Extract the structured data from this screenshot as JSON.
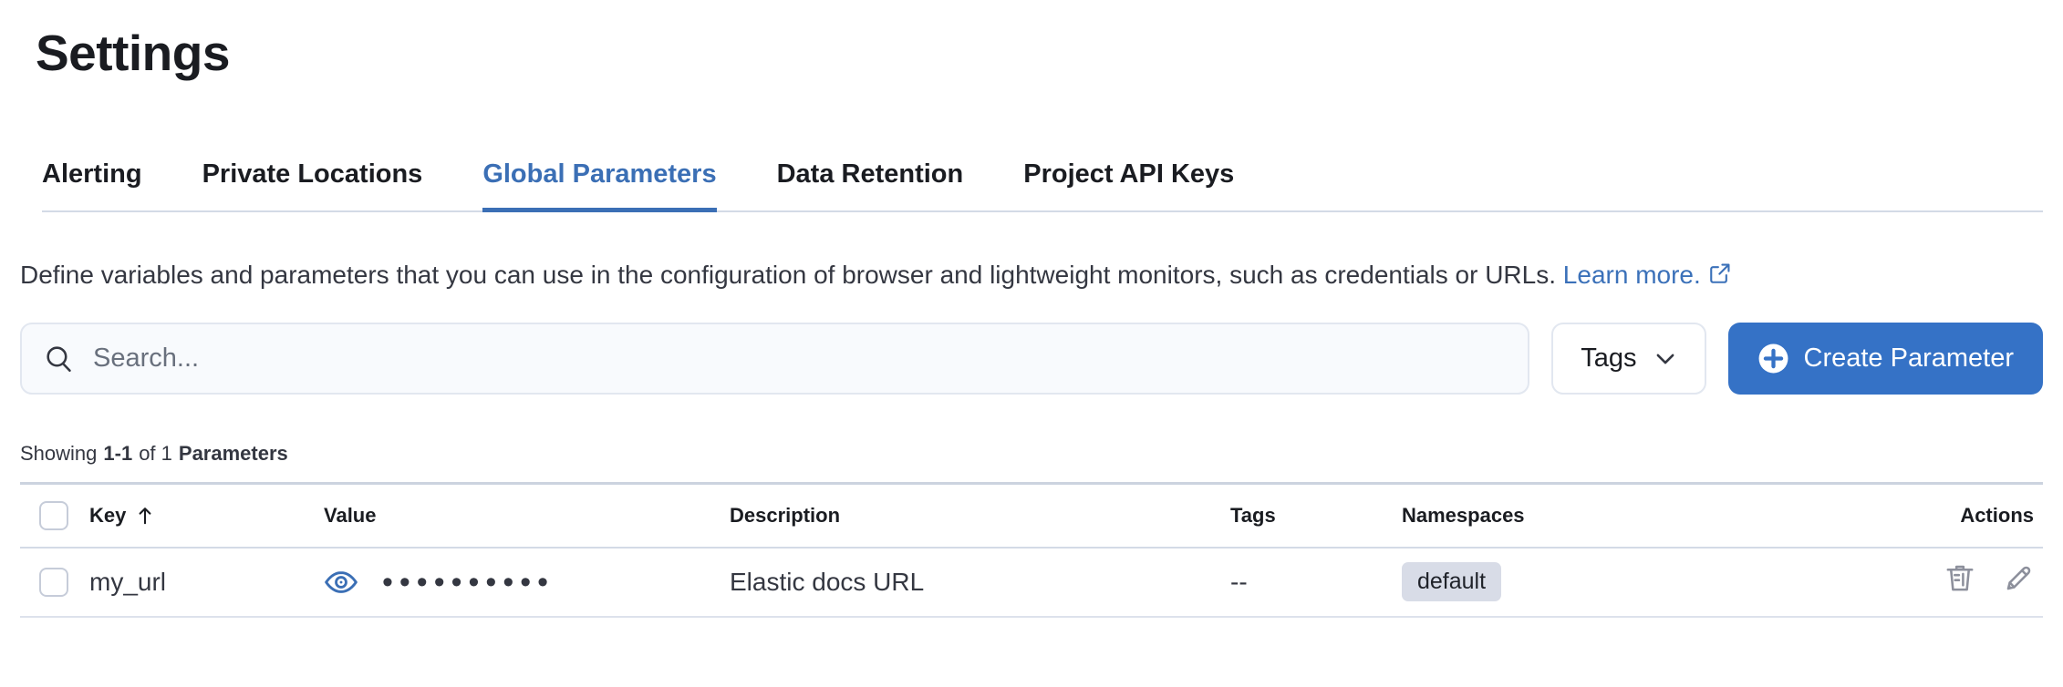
{
  "page": {
    "title": "Settings"
  },
  "tabs": [
    {
      "label": "Alerting",
      "active": false
    },
    {
      "label": "Private Locations",
      "active": false
    },
    {
      "label": "Global Parameters",
      "active": true
    },
    {
      "label": "Data Retention",
      "active": false
    },
    {
      "label": "Project API Keys",
      "active": false
    }
  ],
  "description": {
    "text": "Define variables and parameters that you can use in the configuration of browser and lightweight monitors, such as credentials or URLs.",
    "link_label": "Learn more."
  },
  "toolbar": {
    "search_placeholder": "Search...",
    "tags_button_label": "Tags",
    "create_button_label": "Create Parameter"
  },
  "summary": {
    "prefix": "Showing",
    "range": "1-1",
    "of": "of 1",
    "entity": "Parameters"
  },
  "table": {
    "headers": {
      "key": "Key",
      "value": "Value",
      "description": "Description",
      "tags": "Tags",
      "namespaces": "Namespaces",
      "actions": "Actions"
    },
    "rows": [
      {
        "key": "my_url",
        "masked_value": "••••••••••",
        "description": "Elastic docs URL",
        "tags": "--",
        "namespace": "default"
      }
    ]
  },
  "colors": {
    "accent_blue": "#3572C6",
    "active_tab_blue": "#3B6FB5",
    "link_blue": "#3B71B9",
    "text_primary": "#1A1C21",
    "text_secondary": "#343741",
    "placeholder_gray": "#69707D",
    "border_gray": "#D3DAE6",
    "input_bg": "#F8FAFD",
    "badge_bg": "#D8DCE7",
    "icon_gray": "#8D909C"
  }
}
